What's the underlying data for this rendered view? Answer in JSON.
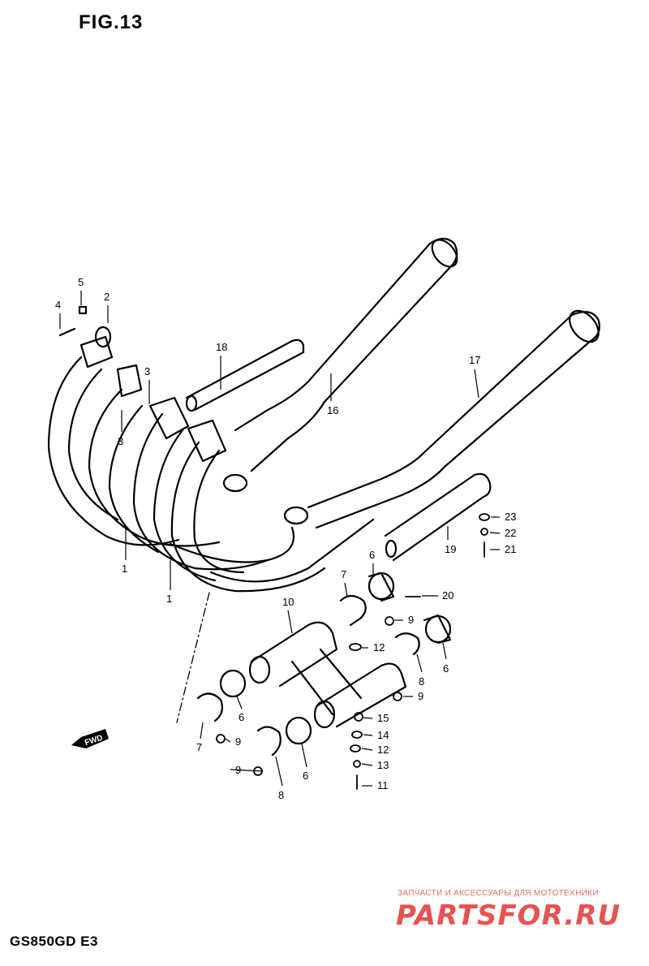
{
  "figure": {
    "title": "FIG.13",
    "model": "GS850GD E3"
  },
  "watermark": {
    "tagline": "ЗАПЧАСТИ И АКСЕССУАРЫ ДЛЯ МОТОТЕХНИКИ",
    "logo": "PARTSFOR.RU"
  },
  "fwd_label": "FWD",
  "callouts": [
    "1",
    "1",
    "2",
    "3",
    "3",
    "4",
    "5",
    "6",
    "6",
    "6",
    "6",
    "7",
    "7",
    "8",
    "8",
    "9",
    "9",
    "9",
    "9",
    "10",
    "11",
    "12",
    "12",
    "13",
    "14",
    "15",
    "16",
    "17",
    "18",
    "19",
    "20",
    "21",
    "22",
    "23"
  ],
  "colors": {
    "line": "#000000",
    "watermark": "#e85252"
  }
}
